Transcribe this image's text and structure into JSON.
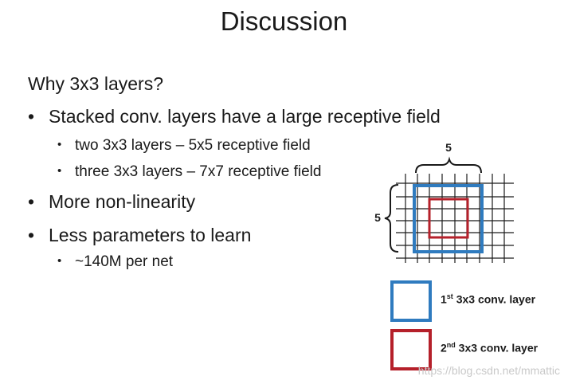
{
  "slide": {
    "title": "Discussion",
    "heading": "Why 3x3 layers?",
    "bullets": [
      {
        "text": "Stacked conv. layers have a large receptive field",
        "sub": [
          "two 3x3 layers – 5x5 receptive field",
          "three 3x3 layers – 7x7 receptive field"
        ]
      },
      {
        "text": "More non-linearity",
        "sub": []
      },
      {
        "text": "Less parameters to learn",
        "sub": [
          "~140M per net"
        ]
      }
    ]
  },
  "figure": {
    "top_label": "5",
    "side_label": "5",
    "colors": {
      "first_layer": "#2f7bbf",
      "second_layer": "#b5202a",
      "grid": "#1a1a1a"
    },
    "legend": [
      {
        "pre": "1",
        "sup": "st",
        "post": " 3x3 conv. layer"
      },
      {
        "pre": "2",
        "sup": "nd",
        "post": " 3x3 conv. layer"
      }
    ]
  },
  "watermark": "https://blog.csdn.net/mmattic"
}
